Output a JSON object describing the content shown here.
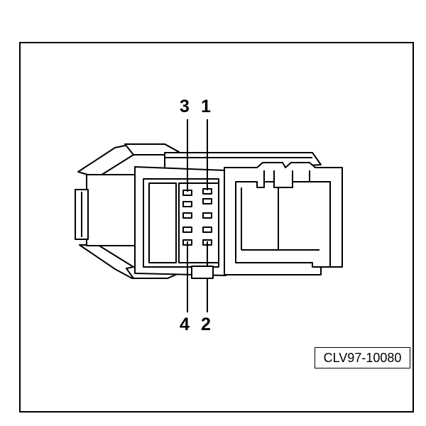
{
  "figure": {
    "pin_labels": {
      "pin_1": "1",
      "pin_2": "2",
      "pin_3": "3",
      "pin_4": "4"
    },
    "reference_code": "CLV97-10080"
  },
  "colors": {
    "stroke": "#000000",
    "background": "#ffffff"
  }
}
